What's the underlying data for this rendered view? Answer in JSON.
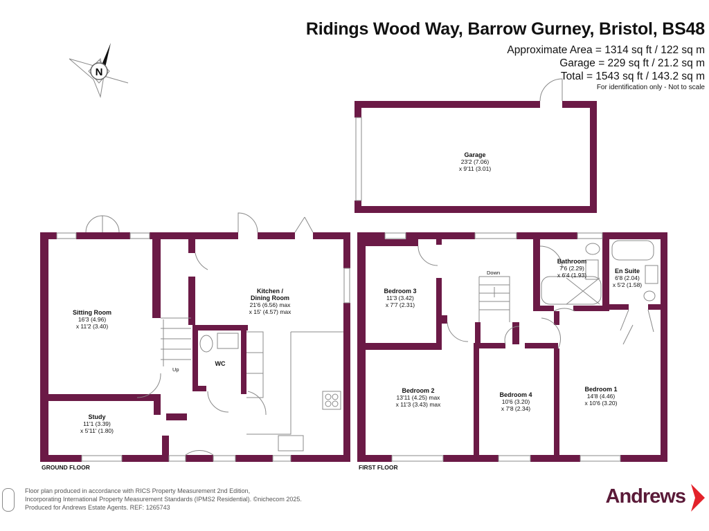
{
  "header": {
    "title": "Ridings Wood Way, Barrow Gurney, Bristol, BS48",
    "areas": [
      "Approximate Area = 1314 sq ft / 122 sq m",
      "Garage = 229 sq ft / 21.2 sq m",
      "Total = 1543 sq ft / 143.2 sq m"
    ],
    "note": "For identification only - Not to scale"
  },
  "compass": {
    "letter": "N"
  },
  "colors": {
    "wall": "#6b1a46",
    "brand": "#5a1a38",
    "accent": "#e3222a"
  },
  "rooms": {
    "garage": {
      "name": "Garage",
      "dim1": "23'2 (7.06)",
      "dim2": "x 9'11 (3.01)"
    },
    "sitting": {
      "name": "Sitting Room",
      "dim1": "16'3 (4.96)",
      "dim2": "x 11'2 (3.40)"
    },
    "kitchen": {
      "name": "Kitchen /",
      "name2": "Dining Room",
      "dim1": "21'6 (6.56) max",
      "dim2": "x 15' (4.57) max"
    },
    "wc": {
      "name": "WC"
    },
    "study": {
      "name": "Study",
      "dim1": "11'1 (3.39)",
      "dim2": "x 5'11' (1.80)"
    },
    "bedroom3": {
      "name": "Bedroom 3",
      "dim1": "11'3 (3.42)",
      "dim2": "x 7'7 (2.31)"
    },
    "bedroom2": {
      "name": "Bedroom 2",
      "dim1": "13'11 (4.25) max",
      "dim2": "x 11'3 (3.43) max"
    },
    "bedroom4": {
      "name": "Bedroom 4",
      "dim1": "10'6 (3.20)",
      "dim2": "x 7'8 (2.34)"
    },
    "bedroom1": {
      "name": "Bedroom 1",
      "dim1": "14'8 (4.46)",
      "dim2": "x 10'6 (3.20)"
    },
    "bathroom": {
      "name": "Bathroom",
      "dim1": "7'6 (2.29)",
      "dim2": "x 6'4 (1.93)"
    },
    "ensuite": {
      "name": "En Suite",
      "dim1": "6'8 (2.04)",
      "dim2": "x 5'2 (1.58)"
    }
  },
  "stairs": {
    "up": "Up",
    "down": "Down"
  },
  "floors": {
    "ground": "GROUND FLOOR",
    "first": "FIRST FLOOR"
  },
  "footer": {
    "lines": [
      "Floor plan produced in accordance with RICS Property Measurement 2nd Edition,",
      "Incorporating International Property Measurement Standards (IPMS2 Residential).   ©nichecom 2025.",
      "Produced for Andrews Estate Agents.    REF: 1265743"
    ],
    "brand": "Andrews"
  }
}
